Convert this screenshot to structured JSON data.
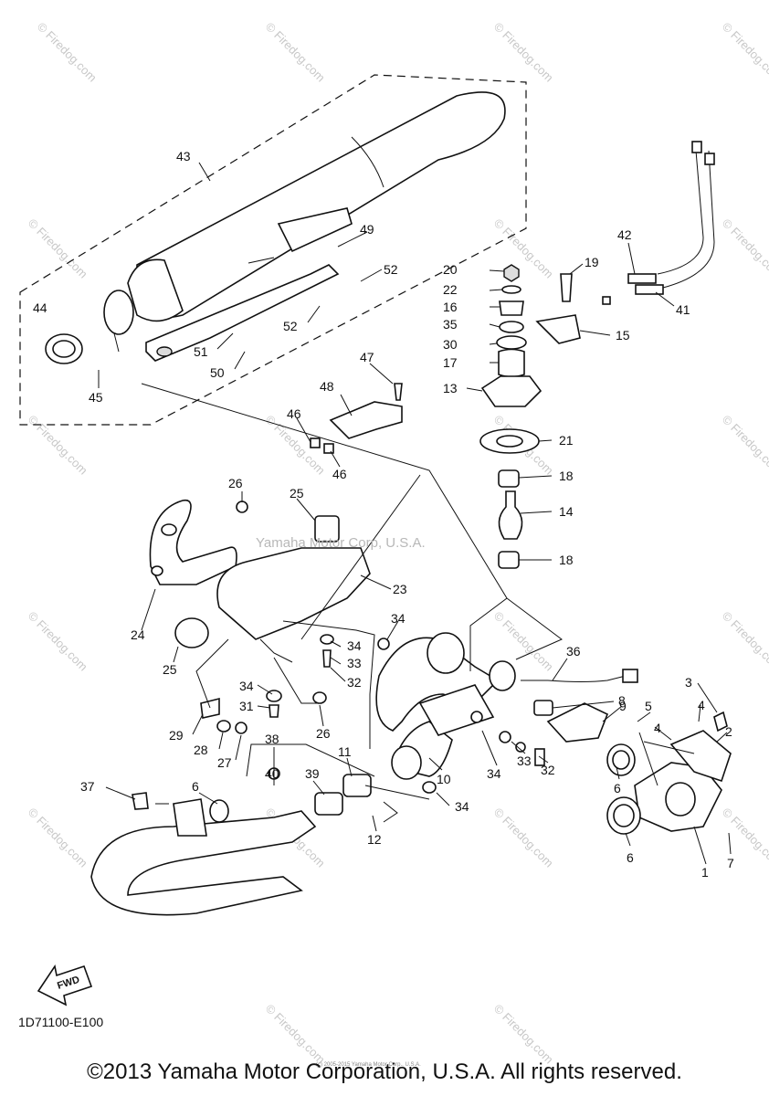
{
  "diagram_code": "1D71100-E100",
  "copyright": "©2013 Yamaha Motor Corporation, U.S.A. All rights reserved.",
  "small_notice": "(c) 2005-2015 Yamaha Motor Corp., U.S.A.",
  "watermark": "© Firedog.com",
  "center_watermark": "Yamaha Motor Corp, U.S.A.",
  "fwd_label": "FWD",
  "callouts": [
    {
      "id": "43",
      "label": "43"
    },
    {
      "id": "44",
      "label": "44"
    },
    {
      "id": "45",
      "label": "45"
    },
    {
      "id": "49",
      "label": "49"
    },
    {
      "id": "52a",
      "label": "52"
    },
    {
      "id": "52b",
      "label": "52"
    },
    {
      "id": "51",
      "label": "51"
    },
    {
      "id": "50",
      "label": "50"
    },
    {
      "id": "20",
      "label": "20"
    },
    {
      "id": "22",
      "label": "22"
    },
    {
      "id": "16",
      "label": "16"
    },
    {
      "id": "35",
      "label": "35"
    },
    {
      "id": "30",
      "label": "30"
    },
    {
      "id": "17",
      "label": "17"
    },
    {
      "id": "13",
      "label": "13"
    },
    {
      "id": "19",
      "label": "19"
    },
    {
      "id": "15",
      "label": "15"
    },
    {
      "id": "42",
      "label": "42"
    },
    {
      "id": "41",
      "label": "41"
    },
    {
      "id": "47",
      "label": "47"
    },
    {
      "id": "48",
      "label": "48"
    },
    {
      "id": "46a",
      "label": "46"
    },
    {
      "id": "46b",
      "label": "46"
    },
    {
      "id": "21",
      "label": "21"
    },
    {
      "id": "18a",
      "label": "18"
    },
    {
      "id": "14",
      "label": "14"
    },
    {
      "id": "18b",
      "label": "18"
    },
    {
      "id": "26a",
      "label": "26"
    },
    {
      "id": "25a",
      "label": "25"
    },
    {
      "id": "23",
      "label": "23"
    },
    {
      "id": "24",
      "label": "24"
    },
    {
      "id": "25b",
      "label": "25"
    },
    {
      "id": "34a",
      "label": "34"
    },
    {
      "id": "34b",
      "label": "34"
    },
    {
      "id": "33a",
      "label": "33"
    },
    {
      "id": "32a",
      "label": "32"
    },
    {
      "id": "34c",
      "label": "34"
    },
    {
      "id": "31",
      "label": "31"
    },
    {
      "id": "26b",
      "label": "26"
    },
    {
      "id": "29",
      "label": "29"
    },
    {
      "id": "28",
      "label": "28"
    },
    {
      "id": "27",
      "label": "27"
    },
    {
      "id": "36",
      "label": "36"
    },
    {
      "id": "8",
      "label": "8"
    },
    {
      "id": "9",
      "label": "9"
    },
    {
      "id": "5",
      "label": "5"
    },
    {
      "id": "3",
      "label": "3"
    },
    {
      "id": "4a",
      "label": "4"
    },
    {
      "id": "4b",
      "label": "4"
    },
    {
      "id": "2",
      "label": "2"
    },
    {
      "id": "34d",
      "label": "34"
    },
    {
      "id": "33b",
      "label": "33"
    },
    {
      "id": "32b",
      "label": "32"
    },
    {
      "id": "10",
      "label": "10"
    },
    {
      "id": "6a",
      "label": "6"
    },
    {
      "id": "6b",
      "label": "6"
    },
    {
      "id": "1",
      "label": "1"
    },
    {
      "id": "7",
      "label": "7"
    },
    {
      "id": "38",
      "label": "38"
    },
    {
      "id": "40",
      "label": "40"
    },
    {
      "id": "39",
      "label": "39"
    },
    {
      "id": "11",
      "label": "11"
    },
    {
      "id": "34e",
      "label": "34"
    },
    {
      "id": "12",
      "label": "12"
    },
    {
      "id": "37",
      "label": "37"
    },
    {
      "id": "6c",
      "label": "6"
    }
  ]
}
